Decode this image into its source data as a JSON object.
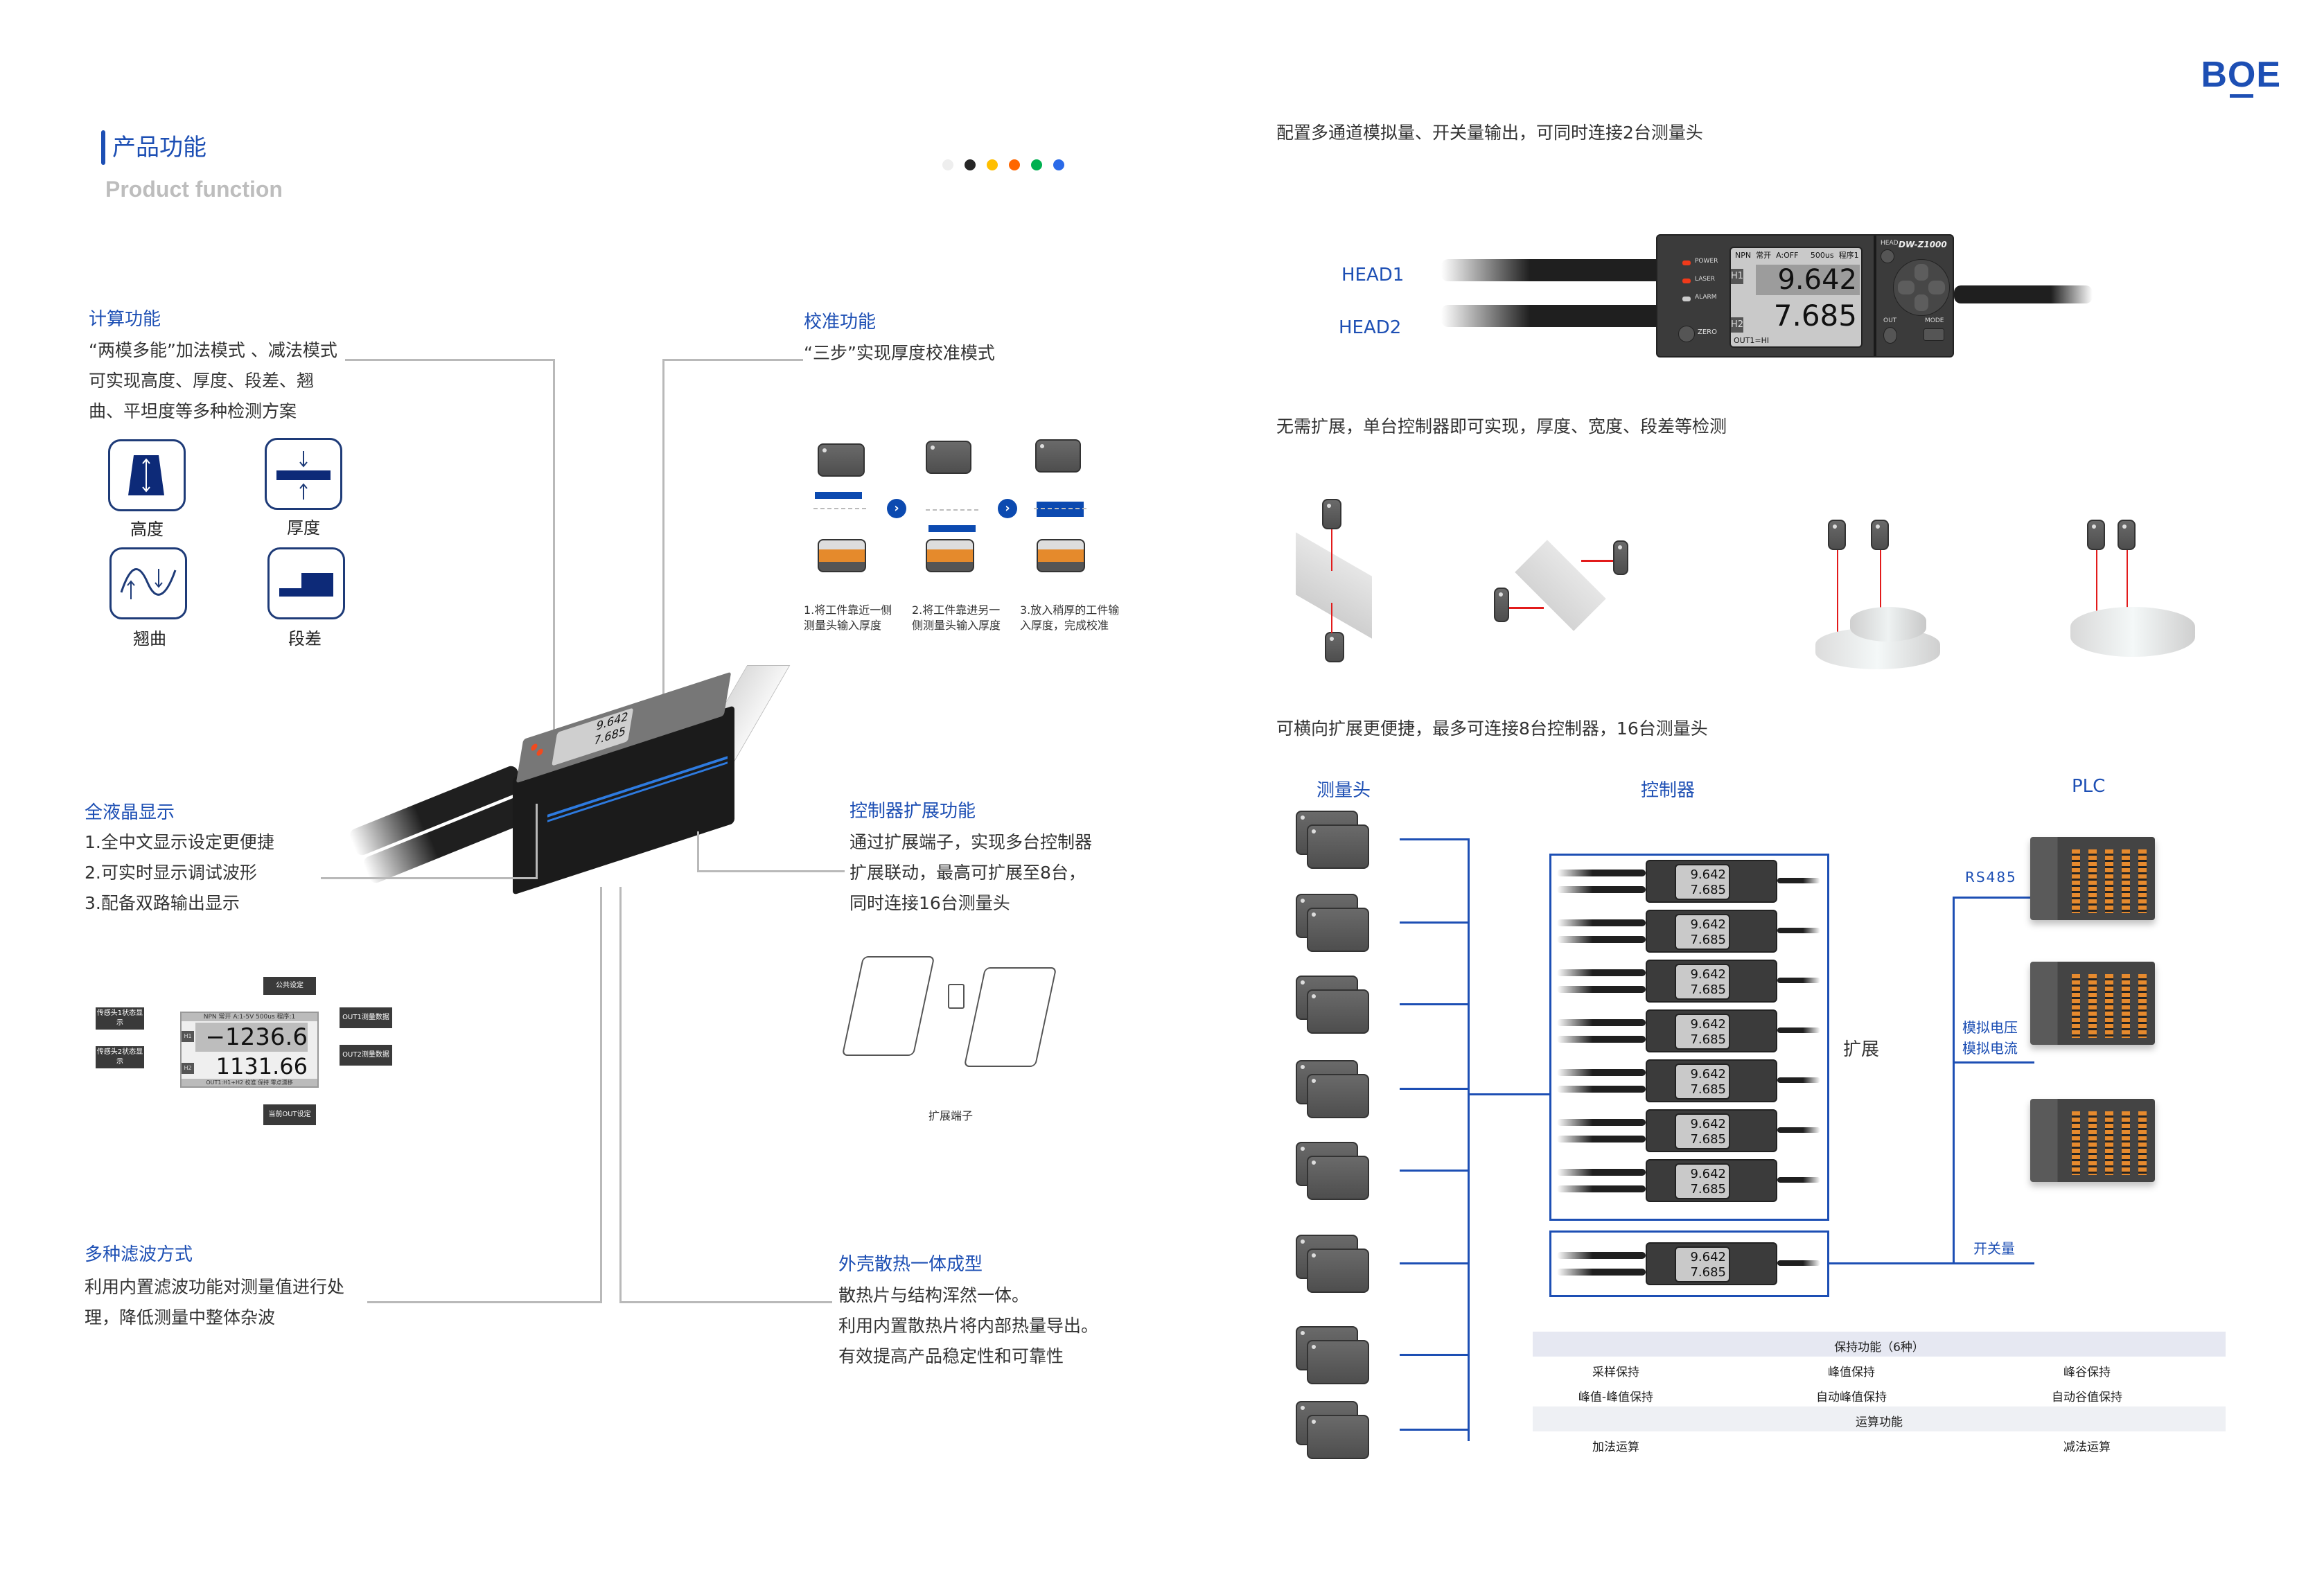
{
  "brand": {
    "logo": "BOE",
    "color": "#1d4fb4"
  },
  "header": {
    "title": "产品功能",
    "subtitle": "Product function"
  },
  "color_dots": [
    "#eeeeee",
    "#262626",
    "#ffbf00",
    "#ff6600",
    "#00b050",
    "#2a6ae8"
  ],
  "left": {
    "calc": {
      "title": "计算功能",
      "lines": [
        "“两模多能”加法模式 、减法模式",
        "可实现高度、厚度、段差、翘",
        "曲、平坦度等多种检测方案"
      ],
      "icons": [
        {
          "name": "height",
          "label": "高度"
        },
        {
          "name": "thickness",
          "label": "厚度"
        },
        {
          "name": "warp",
          "label": "翘曲"
        },
        {
          "name": "step",
          "label": "段差"
        }
      ]
    },
    "calib": {
      "title": "校准功能",
      "desc": "“三步”实现厚度校准模式",
      "steps": [
        "1.将工件靠近一侧\n测量头输入厚度",
        "2.将工件靠进另一\n侧测量头输入厚度",
        "3.放入稍厚的工件输\n入厚度，完成校准"
      ]
    },
    "lcd": {
      "title": "全液晶显示",
      "lines": [
        "1.全中文显示设定更便捷",
        "2.可实时显示调试波形",
        "3.配备双路输出显示"
      ],
      "screen": {
        "top": "NPN  常开  A:1-5V  500us  程序:1",
        "h1": "H1",
        "h2": "H2",
        "v1": "−1236.6",
        "v2": "1131.66",
        "bottom": "OUT1:H1+H2  校准  保持  零点漂移"
      },
      "callouts": {
        "common": "公共设定",
        "head1": "传感头1状态显示",
        "head2": "传感头2状态显示",
        "out1": "OUT1测量数据",
        "out2": "OUT2测量数据",
        "cur_out": "当前OUT设定"
      }
    },
    "expand": {
      "title": "控制器扩展功能",
      "lines": [
        "通过扩展端子，实现多台控制器",
        "扩展联动，最高可扩展至8台，",
        "同时连接16台测量头"
      ],
      "caption": "扩展端子"
    },
    "filter": {
      "title": "多种滤波方式",
      "lines": [
        "利用内置滤波功能对测量值进行处",
        "理，降低测量中整体杂波"
      ]
    },
    "heat": {
      "title": "外壳散热一体成型",
      "lines": [
        "散热片与结构浑然一体。",
        "利用内置散热片将内部热量导出。",
        "有效提高产品稳定性和可靠性"
      ]
    },
    "product_lcd": {
      "v1": "9.642",
      "v2": "7.685"
    }
  },
  "right": {
    "sec1": {
      "caption": "配置多通道模拟量、开关量输出，可同时连接2台测量头",
      "head1": "HEAD1",
      "head2": "HEAD2",
      "device": {
        "model": "DW-Z1000",
        "leds": [
          "POWER",
          "LASER",
          "ALARM"
        ],
        "zero": "ZERO",
        "lcd_top": "NPN  常开  A:OFF     500us  程序1",
        "h1": "H1",
        "h2": "H2",
        "v1": "9.642",
        "v2": "7.685",
        "lcd_bottom": "OUT1=HI",
        "buttons": [
          "HEAD",
          "OUT",
          "MODE"
        ]
      }
    },
    "sec2": {
      "caption": "无需扩展，单台控制器即可实现，厚度、宽度、段差等检测"
    },
    "sec3": {
      "caption": "可横向扩展更便捷，最多可连接8台控制器，16台测量头",
      "col_heads": "测量头",
      "col_ctrl": "控制器",
      "col_plc": "PLC",
      "expand_label": "扩展",
      "ctrl_v1": "9.642",
      "ctrl_v2": "7.685",
      "plc_links": [
        "RS485",
        "模拟电压\n模拟电流",
        "开关量"
      ],
      "table": {
        "hold_title": "保持功能（6种）",
        "hold_rows": [
          [
            "采样保持",
            "峰值保持",
            "峰谷保持"
          ],
          [
            "峰值-峰值保持",
            "自动峰值保持",
            "自动谷值保持"
          ]
        ],
        "calc_title": "运算功能",
        "calc_row": [
          "加法运算",
          "减法运算"
        ]
      }
    }
  }
}
